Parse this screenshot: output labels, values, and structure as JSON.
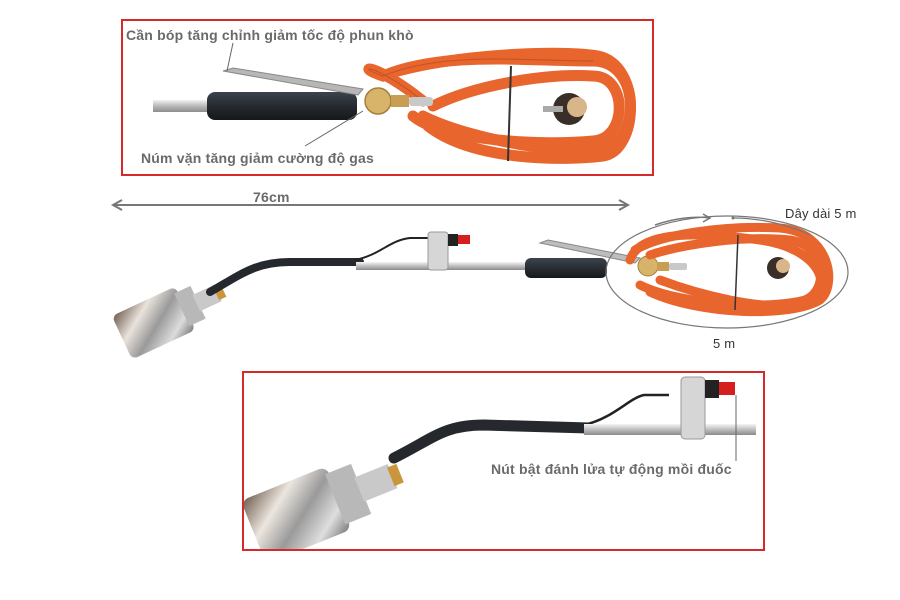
{
  "top_panel": {
    "label_trigger": "Cần bóp tăng chỉnh giảm tốc độ phun khò",
    "label_knob": "Núm vặn tăng giảm cường độ gas"
  },
  "middle": {
    "length_label": "76cm",
    "hose_length_label": "Dây dài 5 m",
    "hose_measure_label": "5 m"
  },
  "bottom_panel": {
    "label_igniter": "Nút bật đánh lửa tự động mồi đuốc"
  },
  "colors": {
    "frame_border": "#d42a2a",
    "hose": "#e8662e",
    "grip": "#2b2f36",
    "steel": "#c8c8c8",
    "brass": "#c9a15a",
    "igniter_button": "#d61e1e",
    "label_text": "#6a6a6a"
  }
}
